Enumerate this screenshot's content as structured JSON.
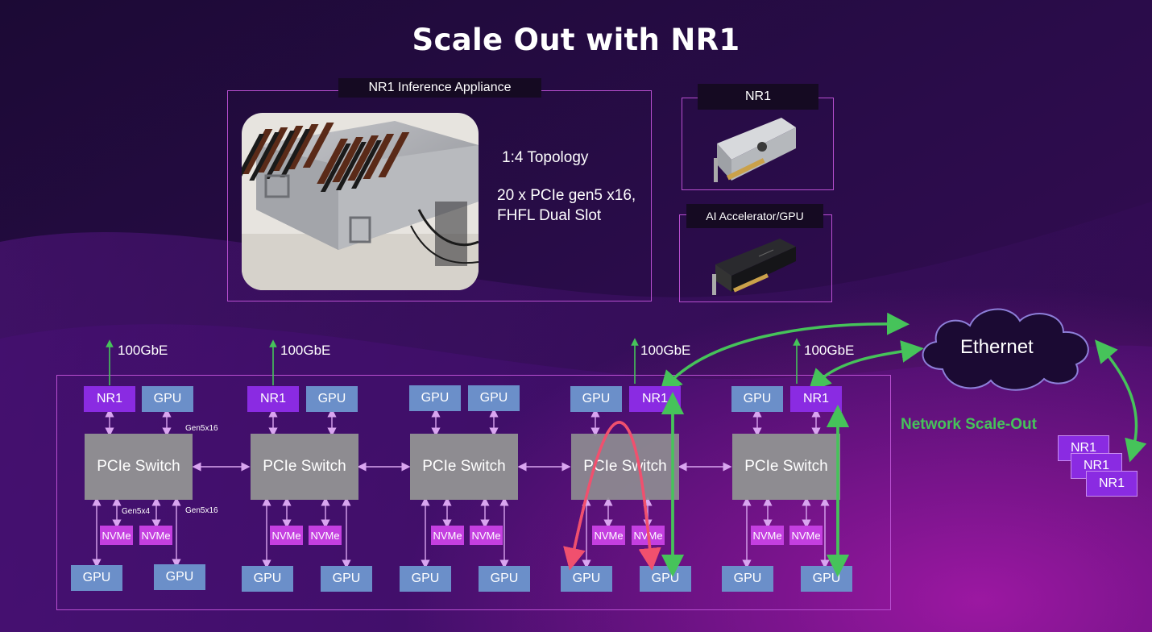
{
  "title": "Scale Out with NR1",
  "appliance": {
    "label": "NR1 Inference Appliance",
    "topology": "1:4 Topology",
    "spec_line1": "20 x PCIe gen5 x16,",
    "spec_line2": "FHFL Dual Slot"
  },
  "nr1_card_label": "NR1",
  "gpu_card_label": "AI Accelerator/GPU",
  "link_label": "100GbE",
  "ethernet_label": "Ethernet",
  "scale_out_label": "Network Scale-Out",
  "switch_label": "PCIe Switch",
  "nr1_label": "NR1",
  "gpu_label": "GPU",
  "nvme_label": "NVMe",
  "lane_labels": {
    "x16": "Gen5x16",
    "x4": "Gen5x4"
  },
  "colors": {
    "nr1": "#8a2be2",
    "gpu": "#6b8fc9",
    "switch": "#8e8c91",
    "nvme": "#c43fe0",
    "green": "#46c35a",
    "red": "#f0506e"
  }
}
